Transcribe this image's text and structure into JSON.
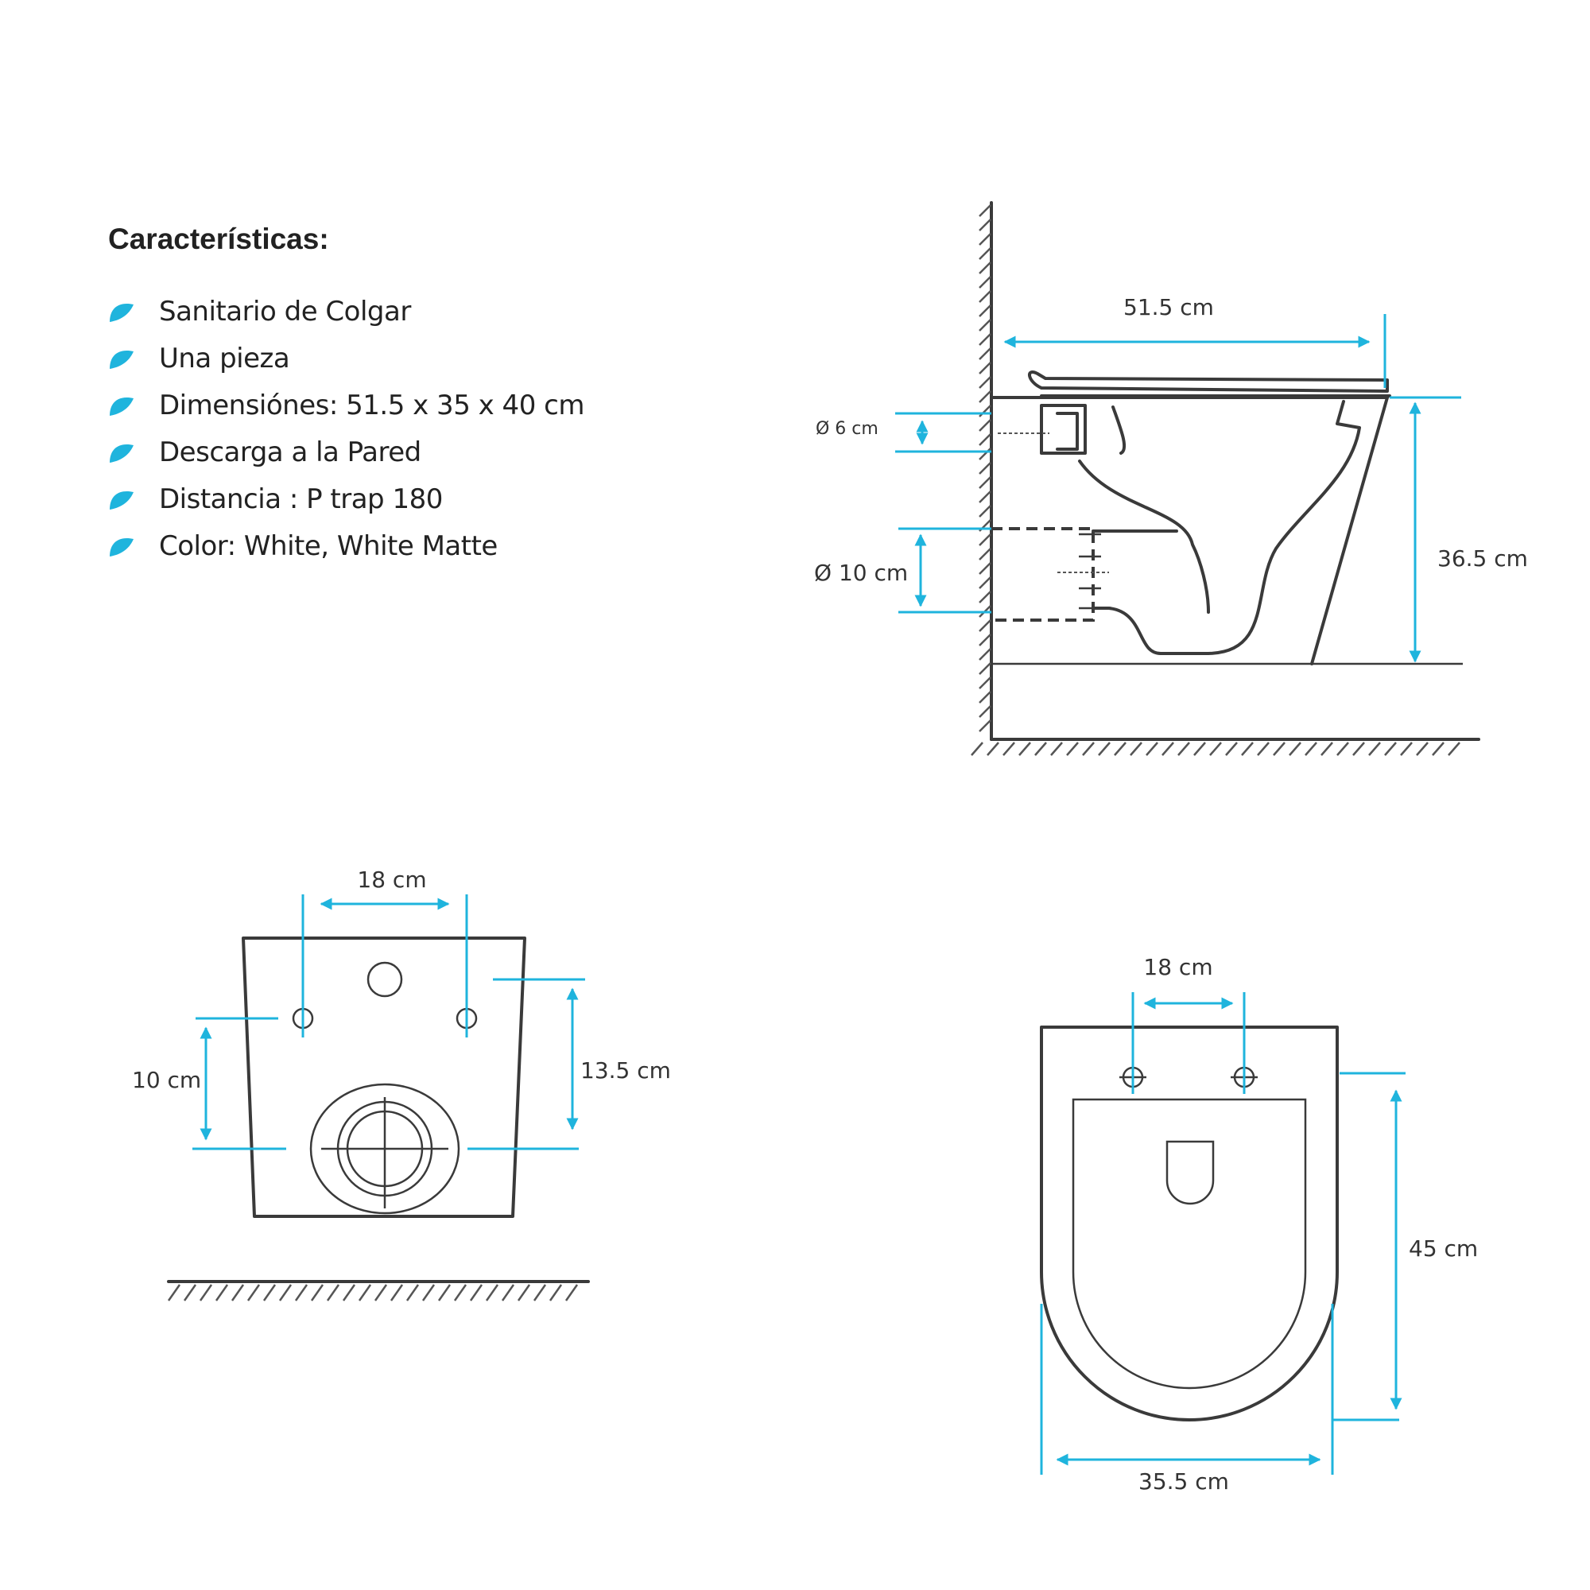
{
  "features": {
    "title": "Características:",
    "items": [
      "Sanitario de Colgar",
      "Una pieza",
      "Dimensiónes: 51.5 x 35 x 40 cm",
      "Descarga a la Pared",
      "Distancia : P trap 180",
      "Color: White, White Matte"
    ]
  },
  "side_view": {
    "length": "51.5 cm",
    "height": "36.5 cm",
    "inlet_diameter": "Ø 6 cm",
    "outlet_diameter": "Ø 10 cm"
  },
  "rear_view": {
    "bolt_spacing": "18 cm",
    "outlet_height": "10 cm",
    "bolt_height": "13.5 cm"
  },
  "top_view": {
    "bolt_spacing": "18 cm",
    "depth": "45 cm",
    "width": "35.5 cm"
  },
  "colors": {
    "accent": "#1fb4dd",
    "line": "#3a3a3a"
  }
}
